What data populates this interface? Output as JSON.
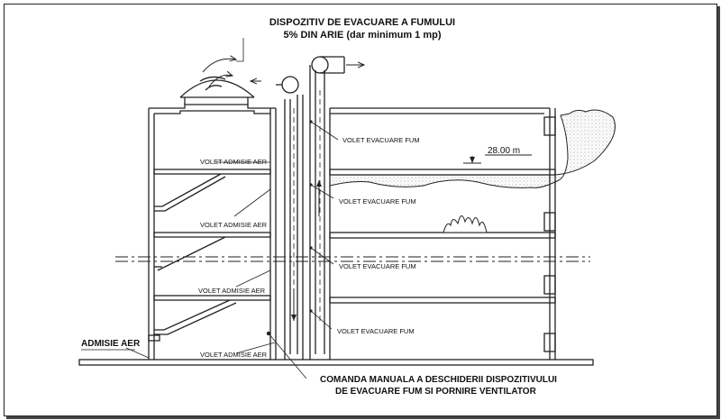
{
  "title_line1": "DISPOZITIV DE EVACUARE A FUMULUI",
  "title_line2": "5% DIN ARIE (dar minimum 1 mp)",
  "dimension": "28.00 m",
  "admisie_label": "ADMISIE AER",
  "smoke_flaps": [
    "VOLET EVACUARE FUM",
    "VOLET EVACUARE FUM",
    "VOLET EVACUARE FUM",
    "VOLET EVACUARE FUM"
  ],
  "air_flaps": [
    "VOLET ADMISIE AER",
    "VOLET ADMISIE AER",
    "VOLET ADMISIE AER",
    "VOLET ADMISIE AER"
  ],
  "bottom_line1": "COMANDA MANUALA A DESCHIDERII DISPOZITIVULUI",
  "bottom_line2": "DE EVACUARE FUM SI PORNIRE VENTILATOR"
}
